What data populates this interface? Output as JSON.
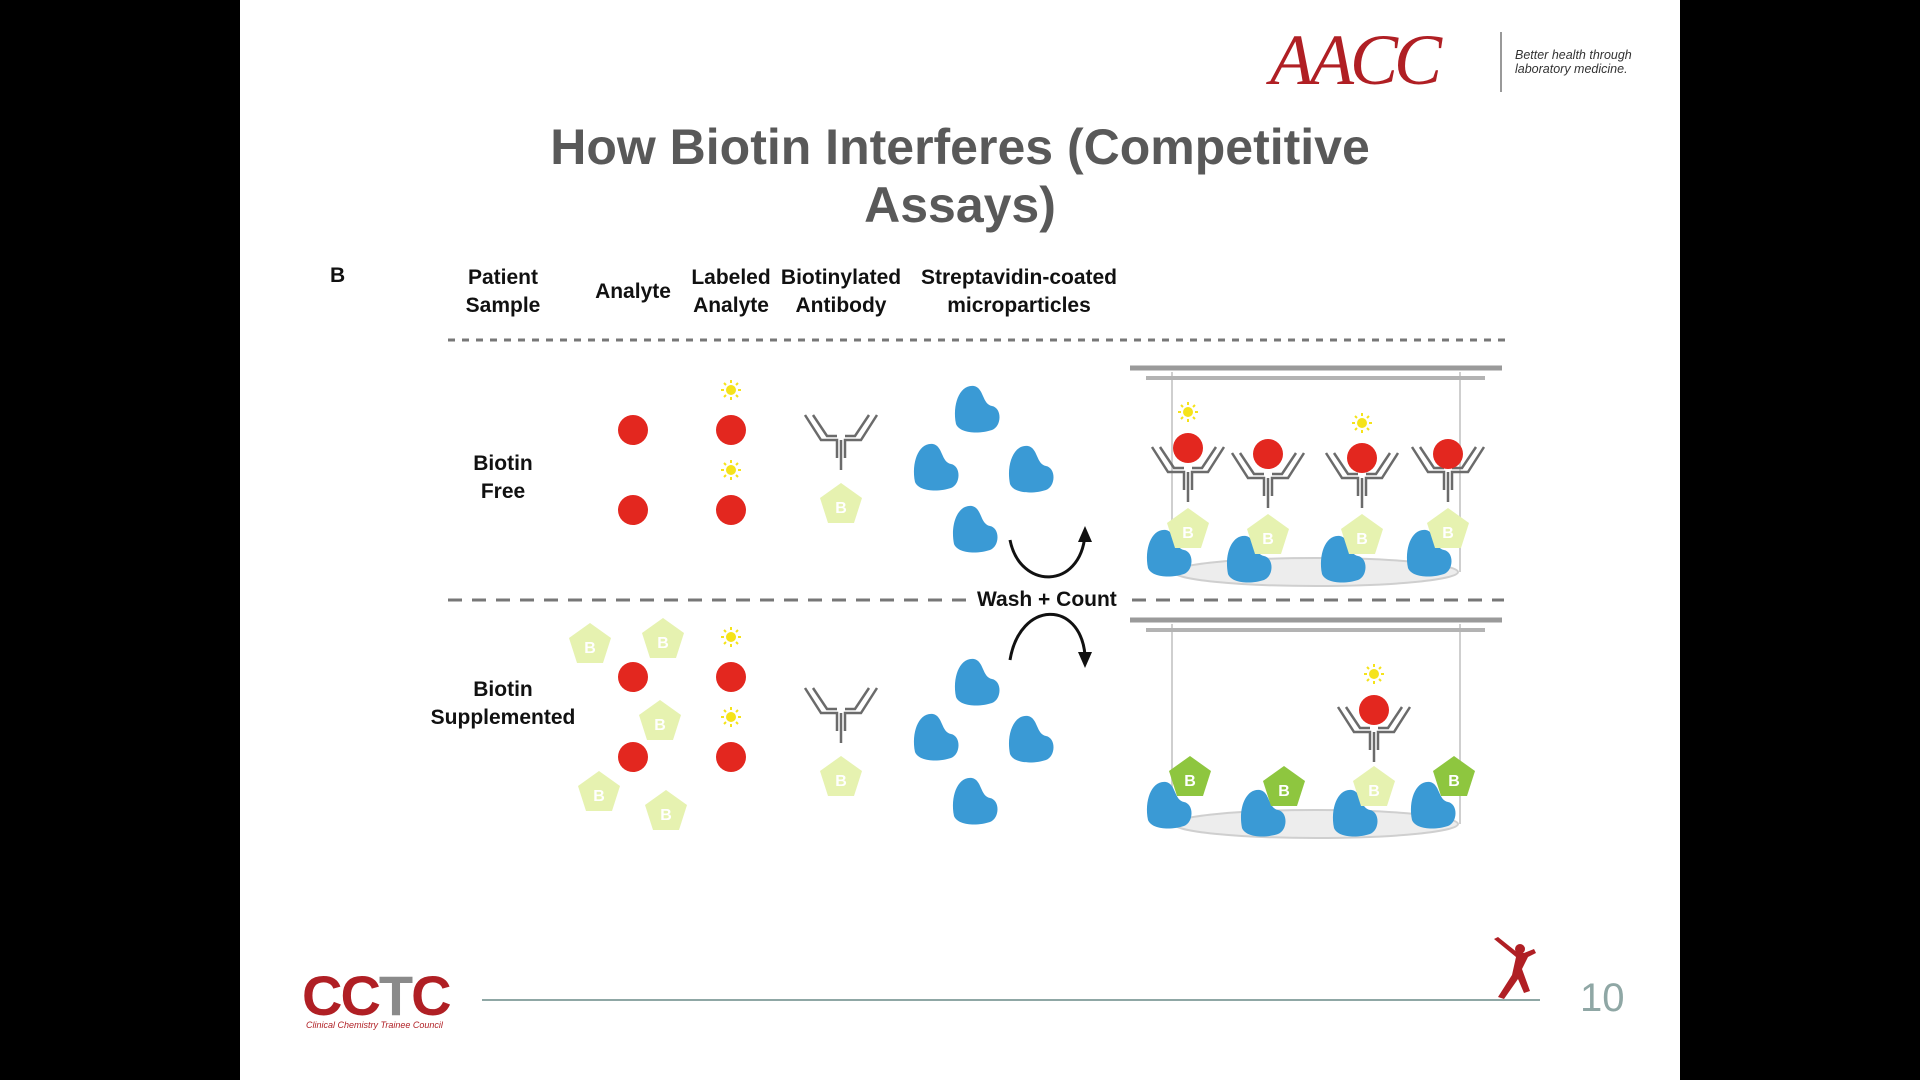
{
  "slide": {
    "title": "How Biotin Interferes (Competitive Assays)",
    "page_number": "10"
  },
  "header_logo": {
    "name": "AACC",
    "tagline_line1": "Better health through",
    "tagline_line2": "laboratory medicine."
  },
  "footer_logo": {
    "name_red": "CC",
    "name_grey": "T",
    "name_red2": "C",
    "tagline": "Clinical Chemistry Trainee Council"
  },
  "diagram": {
    "panel_label": "B",
    "columns": [
      {
        "line1": "Patient",
        "line2": "Sample"
      },
      {
        "line1": "Analyte",
        "line2": ""
      },
      {
        "line1": "Labeled",
        "line2": "Analyte"
      },
      {
        "line1": "Biotinylated",
        "line2": "Antibody"
      },
      {
        "line1": "Streptavidin-coated",
        "line2": "microparticles"
      }
    ],
    "rows": [
      {
        "line1": "Biotin",
        "line2": "Free"
      },
      {
        "line1": "Biotin",
        "line2": "Supplemented"
      }
    ],
    "wash_label": "Wash + Count",
    "biotin_letter": "B"
  },
  "colors": {
    "analyte": "#e3271f",
    "streptavidin": "#3a9ad5",
    "biotin_pale": "#e6f2b0",
    "biotin_free": "#8ec63f",
    "label_sun": "#f5e31a",
    "brand_red": "#b01f24",
    "footer_teal": "#8fa7a5"
  }
}
